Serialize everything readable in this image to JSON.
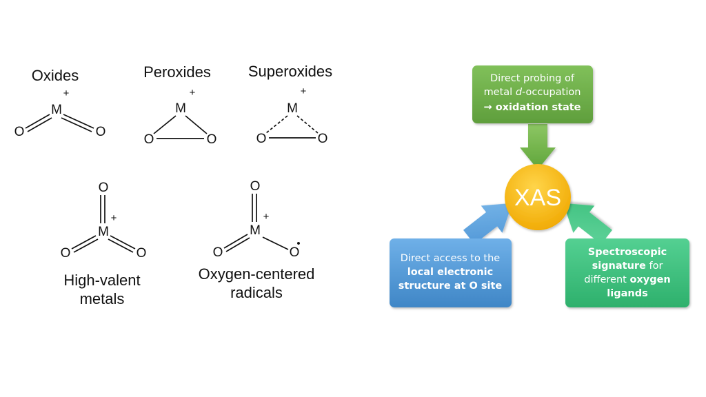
{
  "structures": {
    "oxides": {
      "label": "Oxides",
      "metal": "M",
      "charge": "+",
      "oxygen": "O"
    },
    "peroxides": {
      "label": "Peroxides",
      "metal": "M",
      "charge": "+",
      "oxygen": "O"
    },
    "superoxides": {
      "label": "Superoxides",
      "metal": "M",
      "charge": "+",
      "oxygen": "O"
    },
    "high_valent": {
      "label_line1": "High-valent",
      "label_line2": "metals",
      "metal": "M",
      "charge": "+",
      "oxygen": "O"
    },
    "oxygen_centered": {
      "label_line1": "Oxygen-centered",
      "label_line2": "radicals",
      "metal": "M",
      "charge": "+",
      "oxygen": "O",
      "radical_dot": "•"
    }
  },
  "xas": {
    "center_label": "XAS",
    "top_box": {
      "line1": "Direct probing of",
      "line2_pre": "metal ",
      "line2_italic": "d",
      "line2_post": "-occupation",
      "line3_arrow": "→ ",
      "line3_bold": "oxidation state"
    },
    "left_box": {
      "line1": "Direct access to the",
      "line2": "local electronic",
      "line3": "structure at O site"
    },
    "right_box": {
      "line1_bold": "Spectroscopic",
      "line2_bold": "signature",
      "line2_post": " for",
      "line3_pre": "different ",
      "line3_bold": "oxygen",
      "line4_bold": "ligands"
    }
  },
  "colors": {
    "top_box": "#70ad47",
    "left_box": "#5b9bd5",
    "right_box": "#3cc47c",
    "top_arrow": "#72b84a",
    "left_arrow": "#5da3dc",
    "right_arrow": "#44c184",
    "xas_circle": "#ffc000"
  }
}
